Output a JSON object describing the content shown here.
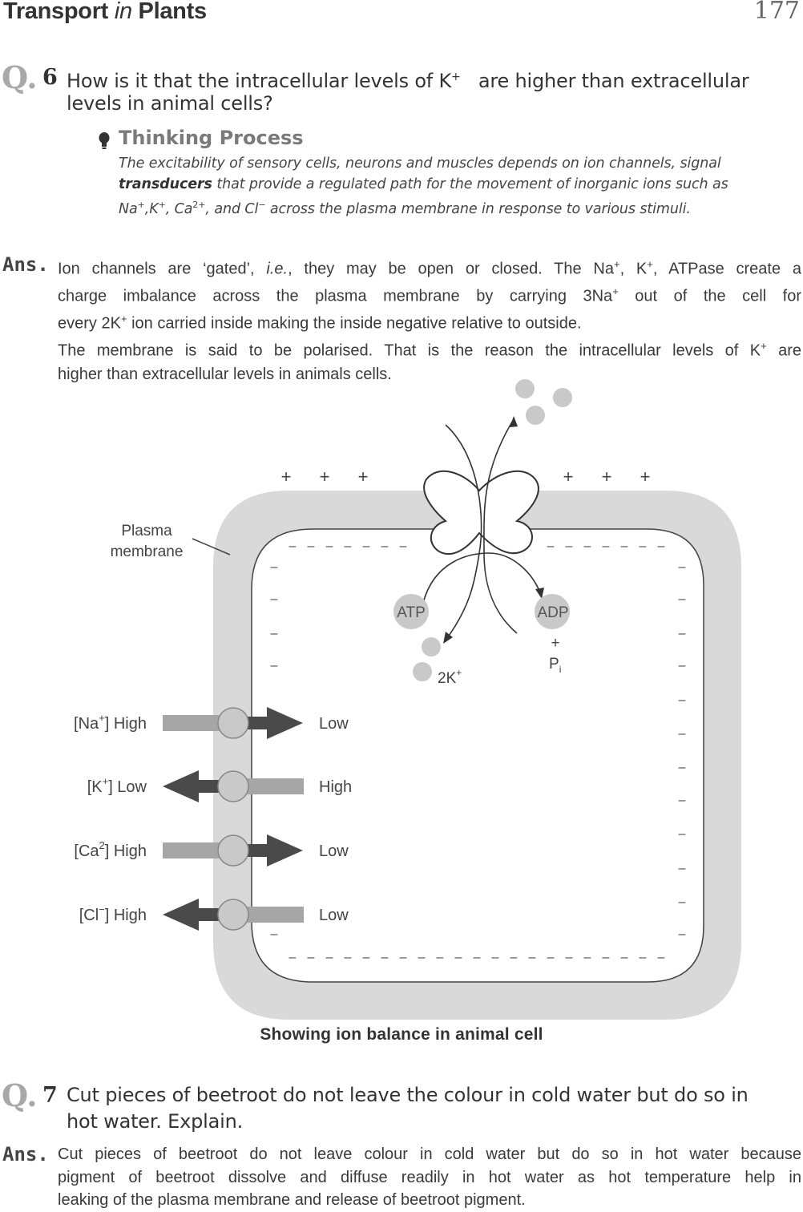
{
  "header": {
    "chapter_prefix": "Transport ",
    "chapter_in": "in",
    "chapter_suffix": " Plants",
    "page_number": "177"
  },
  "q6": {
    "mark": "Q.",
    "number": "6",
    "line1_pre": "How is it that the intracellular levels of K",
    "line1_sup": "+",
    "line1_post": "are higher than extracellular",
    "line2": "levels in animal cells?",
    "thinking": {
      "heading": "Thinking Process",
      "line1": "The excitability of sensory cells, neurons and muscles depends on ion channels, signal",
      "line2_bold": "transducers",
      "line2_rest": " that provide a regulated path for the movement of inorganic ions such as",
      "line3_na": "Na",
      "line3_k": ",K",
      "line3_ca": ", Ca",
      "line3_sup_plus": "+",
      "line3_sup_2plus": "2+",
      "line3_rest": ", and Cl",
      "line3_sup_minus": "−",
      "line3_end": " across the plasma membrane in response to various stimuli."
    },
    "answer": {
      "label": "Ans.",
      "l1a": "Ion channels are ‘gated’, ",
      "l1b": "i.e.",
      "l1c": ", they may be open or closed. The Na",
      "l1d": ", K",
      "l1e": ", ATPase create a",
      "l2a": "charge imbalance  across the plasma membrane  by carrying 3Na",
      "l2b": " out of  the cell for",
      "l3a": "every 2K",
      "l3b": " ion carried inside making the inside negative relative to outside.",
      "l4a": "The membrane is said to be polarised. That is the reason the intracellular levels of K",
      "l4b": " are",
      "l5": "higher than extracellular levels in animals cells.",
      "plus": "+"
    }
  },
  "diagram": {
    "membrane_label_1": "Plasma",
    "membrane_label_2": "membrane",
    "plus_sign": "+",
    "minus_sign": "–",
    "atp": "ATP",
    "adp": "ADP",
    "plus_pi": "+",
    "pi_base": "P",
    "pi_sub": "i",
    "two_k": "2K",
    "two_k_sup": "+",
    "ions": [
      {
        "base": "[Na",
        "sup": "+",
        "tail": "] High",
        "inside": "Low",
        "direction": "in"
      },
      {
        "base": "[K",
        "sup": "+",
        "tail": "] Low",
        "inside": "High",
        "direction": "out"
      },
      {
        "base": "[Ca",
        "sup": "2",
        "tail": "] High",
        "inside": "Low",
        "direction": "in"
      },
      {
        "base": "[Cl",
        "sup": "−",
        "tail": "] High",
        "inside": "Low",
        "direction": "out"
      }
    ],
    "caption": "Showing ion balance in animal cell",
    "colors": {
      "membrane": "#d9d9d9",
      "dot": "#c9c9c9",
      "arrow_dark": "#4a4a4a",
      "bar_light": "#a6a6a6"
    }
  },
  "q7": {
    "mark": "Q.",
    "number": "7",
    "line1": "Cut pieces of beetroot do not leave the colour in cold water but do so in",
    "line2": "hot water. Explain.",
    "answer": {
      "label": "Ans.",
      "l1": "Cut pieces of beetroot do not leave colour in cold water but do so in hot water because",
      "l2": "pigment of beetroot dissolve and diffuse readily in hot water as hot temperature help in",
      "l3": "leaking of the plasma membrane and release of beetroot pigment."
    }
  }
}
